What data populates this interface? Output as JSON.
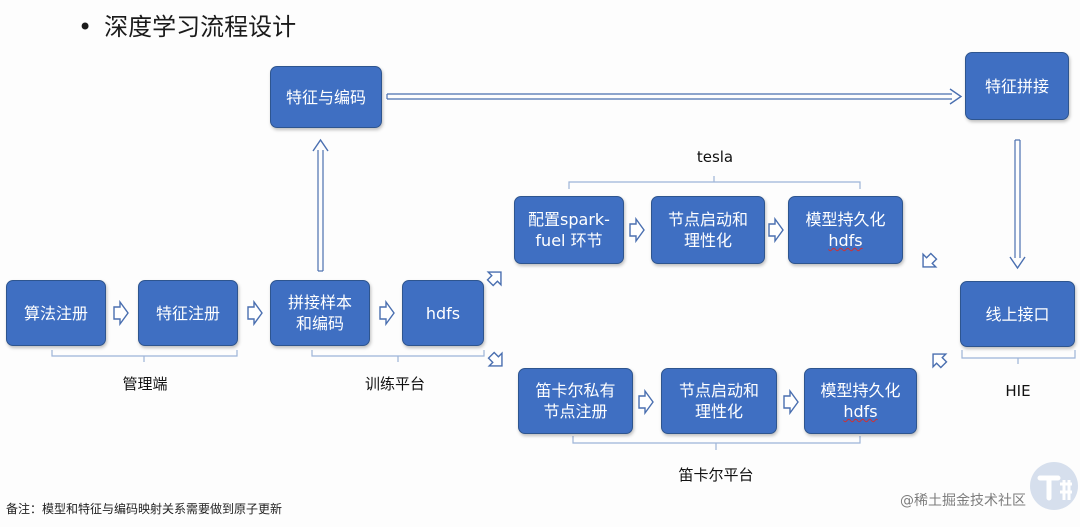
{
  "title": "深度学习流程设计",
  "bullet": "•",
  "boxes": {
    "algo_register": "算法注册",
    "feature_register": "特征注册",
    "concat_samples": "拼接样本\n和编码",
    "hdfs": "hdfs",
    "feature_encoding": "特征与编码",
    "feature_concat": "特征拼接",
    "online_api": "线上接口",
    "tesla_spark_line1": "配置spark-",
    "tesla_spark_line2": "fuel 环节",
    "tesla_node_start": "节点启动和\n理性化",
    "tesla_model_line1": "模型持久化",
    "tesla_model_line2": "hdfs",
    "descartes_register": "笛卡尔私有\n节点注册",
    "descartes_node_start": "节点启动和\n理性化",
    "descartes_model_line1": "模型持久化",
    "descartes_model_line2": "hdfs"
  },
  "labels": {
    "admin": "管理端",
    "training_platform": "训练平台",
    "tesla": "tesla",
    "descartes_platform": "笛卡尔平台",
    "hie": "HIE"
  },
  "note": "备注：模型和特征与编码映射关系需要做到原子更新",
  "watermark": "@稀土掘金技术社区",
  "colors": {
    "box_fill": "#3f6fc2",
    "box_border": "#2e558f",
    "bracket": "#9db4d8",
    "arrow_outline": "#4a6fb0"
  }
}
